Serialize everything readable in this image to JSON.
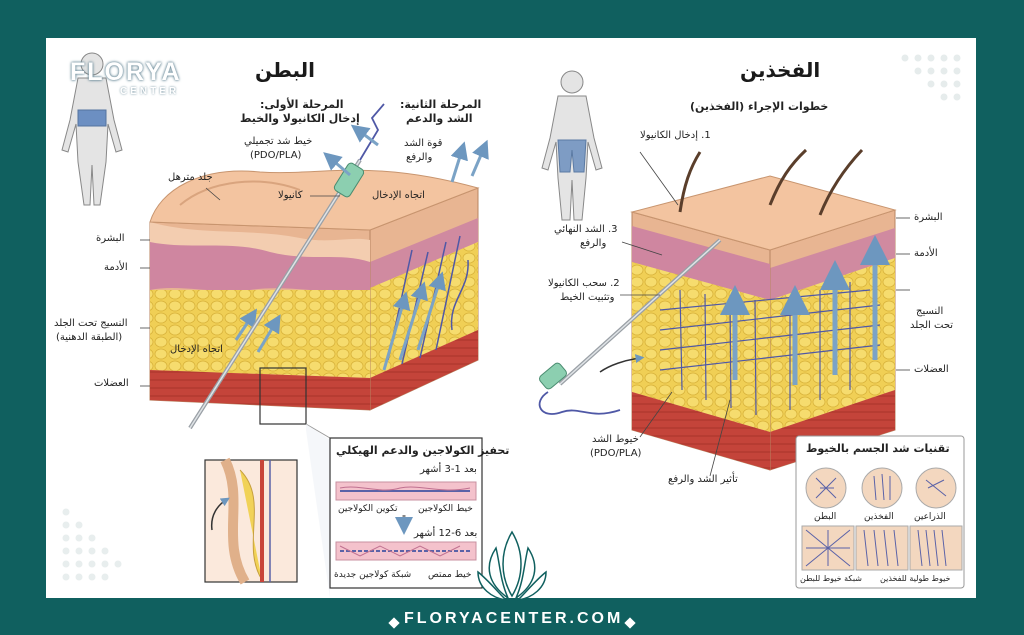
{
  "brand": {
    "name": "FLORYA",
    "sub": "CENTER",
    "url": "FLORYACENTER.COM"
  },
  "left": {
    "title": "البطن",
    "stage1": {
      "title": "المرحلة الأولى:",
      "sub": "إدخال الكانيولا والخيط"
    },
    "stage2": {
      "title": "المرحلة الثانية:",
      "sub": "الشد والدعم"
    },
    "thread_label": "خيط شد تجميلي",
    "thread_type": "(PDO/PLA)",
    "lift_force": "قوة الشد",
    "lift_force2": "والرفع",
    "cannula": "كانيولا",
    "insertion_dir_top": "اتجاه الإدخال",
    "insertion_dir_bottom": "اتجاه الإدخال",
    "loose_skin": "جلد مترهل",
    "layers": {
      "epidermis": "البشرة",
      "dermis": "الأدمة",
      "subcut": "النسيج تحت الجلد",
      "subcut_sub": "(الطبقة الدهنية)",
      "muscle": "العضلات"
    }
  },
  "collagen": {
    "title": "تحفيز الكولاجين والدعم الهيكلي",
    "after1": "بعد 1-3 أشهر",
    "collagen_formation": "تكوين الكولاجين",
    "collagen_thread": "خيط الكولاجين",
    "after2": "بعد 6-12 أشهر",
    "new_network": "شبكة كولاجين جديدة",
    "absorbed_thread": "خيط ممتص"
  },
  "right": {
    "title": "الفخذين",
    "steps_title": "خطوات الإجراء (الفخذين)",
    "step1": "1. إدخال الكانيولا",
    "step3a": "3. الشد النهائي",
    "step3b": "والرفع",
    "step2a": "2. سحب الكانيولا",
    "step2b": "وتثبيت الخيط",
    "threads": "خيوط الشد",
    "threads_type": "(PDO/PLA)",
    "lift_effect": "تأثير الشد والرفع",
    "layers": {
      "epidermis": "البشرة",
      "dermis": "الأدمة",
      "subcut": "النسيج",
      "subcut2": "تحت الجلد",
      "muscle": "العضلات"
    }
  },
  "techniques": {
    "title": "تقنيات شد الجسم بالخيوط",
    "items": [
      "الذراعين",
      "الفخذين",
      "البطن"
    ],
    "patterns": [
      "خيوط طولية للفخذين",
      "شبكة خيوط للبطن"
    ]
  },
  "colors": {
    "frame": "#10605f",
    "skin_top": "#f2c29a",
    "dermis": "#c9809a",
    "fat": "#f1d257",
    "muscle": "#c8453a",
    "arrow": "#7ba3c6",
    "thread": "#5560a8",
    "cannula": "#8ccfb0"
  }
}
